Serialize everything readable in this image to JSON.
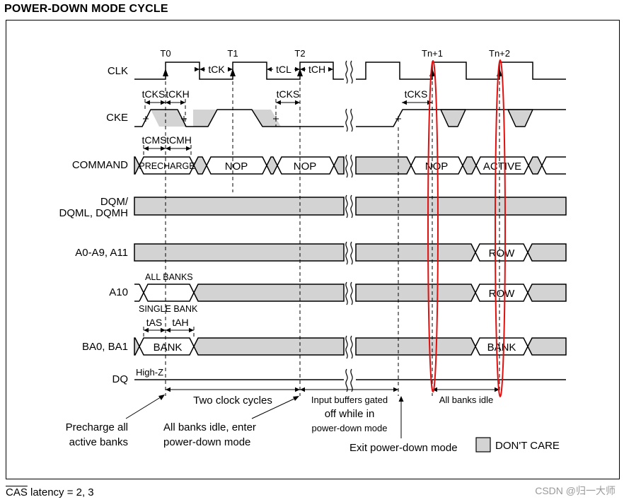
{
  "title": "POWER-DOWN MODE CYCLE",
  "colors": {
    "dont_care_fill": "#d3d3d3",
    "annotation_red": "#e01010",
    "line": "#000000"
  },
  "clock_labels": [
    "T0",
    "T1",
    "T2",
    "Tn+1",
    "Tn+2"
  ],
  "signals": {
    "clk": "CLK",
    "cke": "CKE",
    "command": "COMMAND",
    "dqm_line1": "DQM/",
    "dqm_line2": "DQML, DQMH",
    "addr": "A0-A9, A11",
    "a10": "A10",
    "ba": "BA0, BA1",
    "dq": "DQ"
  },
  "timing": {
    "tck": "tCK",
    "tcl": "tCL",
    "tch": "tCH",
    "tcks": "tCKS",
    "tckh": "tCKH",
    "tcms": "tCMS",
    "tcmh": "tCMH",
    "tas": "tAS",
    "tah": "tAH"
  },
  "bus_values": {
    "precharge": "PRECHARGE",
    "nop": "NOP",
    "active": "ACTIVE",
    "row": "ROW",
    "bank": "BANK",
    "all_banks": "ALL BANKS",
    "single_bank": "SINGLE BANK",
    "high_z": "High-Z"
  },
  "spans": {
    "two_clock_cycles": "Two clock cycles",
    "input_buffers_1": "Input buffers gated",
    "input_buffers_2": "off while in",
    "input_buffers_3": "power-down mode",
    "all_banks_idle": "All banks idle"
  },
  "notes": {
    "precharge_1": "Precharge all",
    "precharge_2": "active banks",
    "enter_1": "All banks idle, enter",
    "enter_2": "power-down mode",
    "exit": "Exit power-down mode"
  },
  "legend": {
    "dont_care": "DON'T CARE"
  },
  "footnote": {
    "cas": "CAS",
    "rest": " latency = 2, 3"
  },
  "watermark": "CSDN @归一大师"
}
